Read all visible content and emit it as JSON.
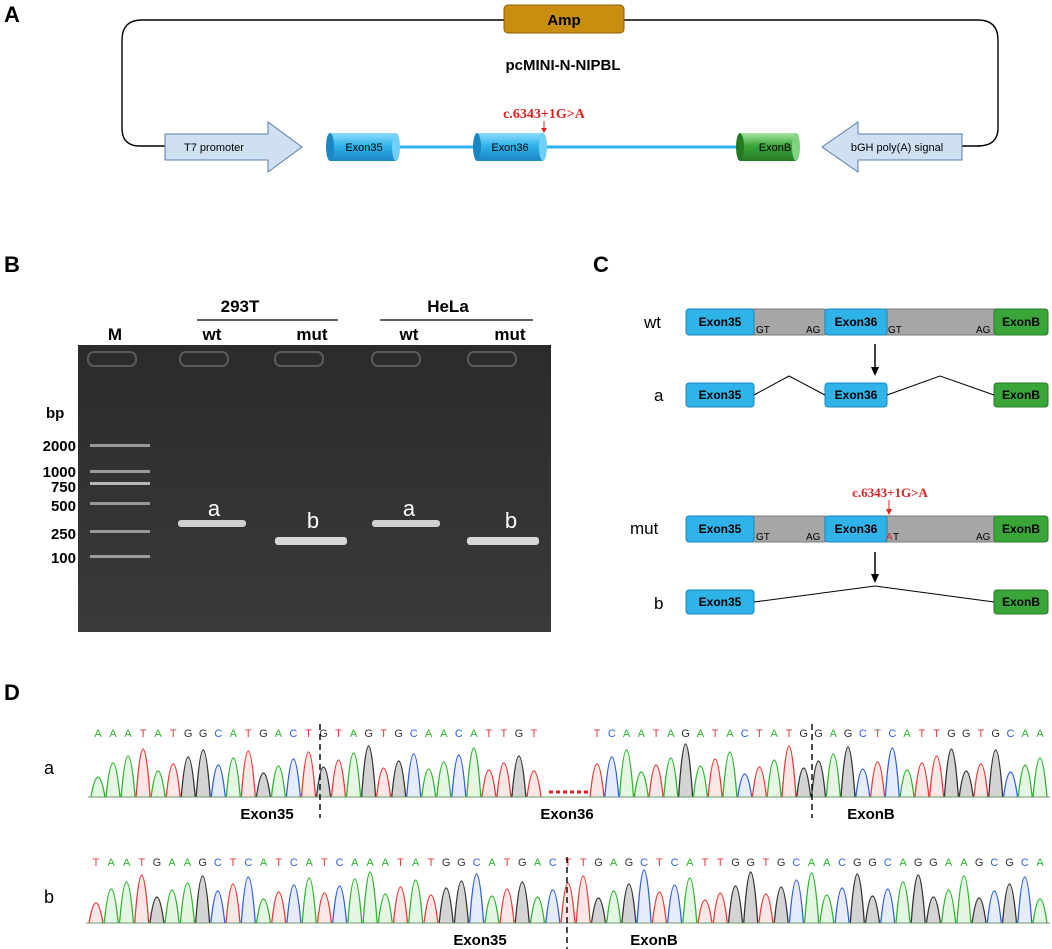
{
  "panels": {
    "a": "A",
    "b": "B",
    "c": "C",
    "d": "D"
  },
  "panel_a": {
    "plasmid_name": "pcMINI-N-NIPBL",
    "amp_label": "Amp",
    "mutation_label": "c.6343+1G>A",
    "t7_label": "T7 promoter",
    "exon35_label": "Exon35",
    "exon36_label": "Exon36",
    "exonb_label": "ExonB",
    "bgh_label": "bGH poly(A) signal"
  },
  "panel_b": {
    "group1": "293T",
    "group2": "HeLa",
    "wt1": "wt",
    "mut1": "mut",
    "wt2": "wt",
    "mut2": "mut",
    "marker_lane": "M",
    "bp_label": "bp",
    "ladder": [
      "2000",
      "1000",
      "750",
      "500",
      "250",
      "100"
    ],
    "band_labels": [
      "a",
      "b",
      "a",
      "b"
    ]
  },
  "panel_c": {
    "row_wt": "wt",
    "row_a": "a",
    "row_mut": "mut",
    "row_b": "b",
    "exon35": "Exon35",
    "exon36": "Exon36",
    "exonb": "ExonB",
    "gt": "GT",
    "ag": "AG",
    "at_a": "A",
    "at_t": "T",
    "mutation_label": "c.6343+1G>A"
  },
  "panel_d": {
    "row_a_label": "a",
    "row_b_label": "b",
    "seq_a": [
      "A",
      "A",
      "A",
      "T",
      "A",
      "T",
      "G",
      "G",
      "C",
      "A",
      "T",
      "G",
      "A",
      "C",
      "T",
      "G",
      "T",
      "A",
      "G",
      "T",
      "G",
      "C",
      "A",
      "A",
      "C",
      "A",
      "T",
      "T",
      "G",
      "T",
      "T",
      "C",
      "A",
      "A",
      "T",
      "A",
      "G",
      "A",
      "T",
      "A",
      "C",
      "T",
      "A",
      "T",
      "G",
      "G",
      "A",
      "G",
      "C",
      "T",
      "C",
      "A",
      "T",
      "T",
      "G",
      "G",
      "T",
      "G",
      "C",
      "A",
      "A"
    ],
    "seq_b": [
      "T",
      "A",
      "A",
      "T",
      "G",
      "A",
      "A",
      "G",
      "C",
      "T",
      "C",
      "A",
      "T",
      "C",
      "A",
      "T",
      "C",
      "A",
      "A",
      "A",
      "T",
      "A",
      "T",
      "G",
      "G",
      "C",
      "A",
      "T",
      "G",
      "A",
      "C",
      "T",
      "T",
      "G",
      "A",
      "G",
      "C",
      "T",
      "C",
      "A",
      "T",
      "T",
      "G",
      "G",
      "T",
      "G",
      "C",
      "A",
      "A",
      "C",
      "G",
      "G",
      "C",
      "A",
      "G",
      "G",
      "A",
      "A",
      "G",
      "C",
      "G",
      "C",
      "A"
    ],
    "a_exon35": "Exon35",
    "a_exon36": "Exon36",
    "a_exonb": "ExonB",
    "b_exon35": "Exon35",
    "b_exonb": "ExonB"
  },
  "colors": {
    "exon_blue": "#2fb3e8",
    "exon_green": "#3aa63a",
    "amp_gold": "#c98e0f",
    "arrow_fill": "#cfe0f3",
    "mutation_red": "#e02020",
    "base_A": "#2db42d",
    "base_T": "#e83a3a",
    "base_G": "#333333",
    "base_C": "#3060e0"
  }
}
